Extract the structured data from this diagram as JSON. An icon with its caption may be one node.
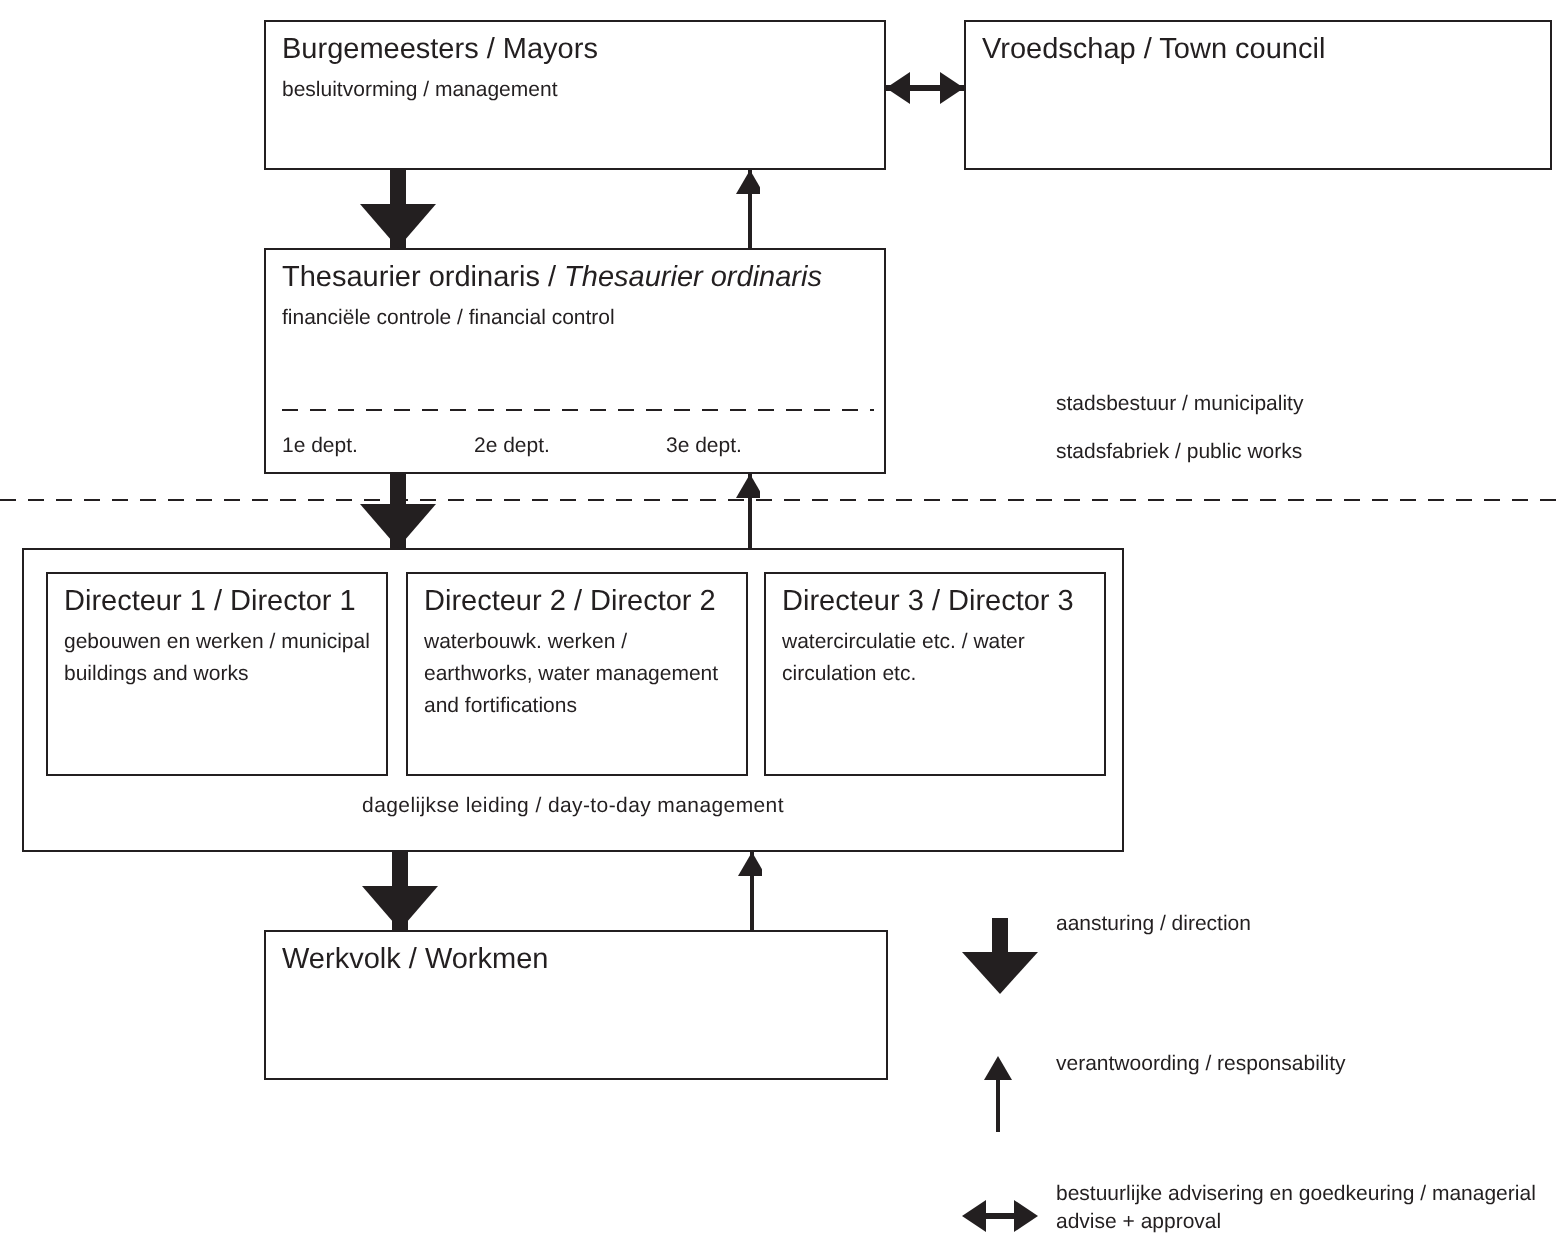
{
  "diagram": {
    "nodes": [
      {
        "text": [
          "Burgemeesters / Mayors",
          "besluitvorming / management"
        ]
      },
      {
        "text": [
          "Vroedschap / Town council"
        ]
      },
      {
        "text": [
          "Thesaurier ordinaris / *Thesaurier ordinaris*",
          "financiële controle / financial control",
          "1e dept.",
          "2e dept.",
          "3e dept."
        ]
      },
      {
        "text": [
          "dagelijkse leiding / day-to-day management"
        ]
      },
      {
        "text": [
          "Directeur 1 / Director 1",
          "gebouwen en werken / municipal buildings and works"
        ],
        "in": 3
      },
      {
        "text": [
          "Directeur 2 / Director 2",
          "waterbouwk. werken / earthworks, water management and fortifications"
        ],
        "in": 3
      },
      {
        "text": [
          "Directeur 3 / Director 3",
          "watercirculatie etc. / water circulation etc."
        ],
        "in": 3
      },
      {
        "text": [
          "Werkvolk / Workmen"
        ]
      }
    ],
    "edges": [
      {
        "from": 0,
        "to": 1,
        "arrow": "both"
      },
      {
        "from": 0,
        "to": 2,
        "arrow": "to",
        "style": "thick"
      },
      {
        "from": 2,
        "to": 0,
        "arrow": "to"
      },
      {
        "from": 2,
        "to": 3,
        "arrow": "to",
        "style": "thick"
      },
      {
        "from": 3,
        "to": 2,
        "arrow": "to"
      },
      {
        "from": 3,
        "to": 7,
        "arrow": "to",
        "style": "thick"
      },
      {
        "from": 7,
        "to": 3,
        "arrow": "to"
      }
    ],
    "labels": [
      "stadsbestuur / municipality",
      "stadsfabriek / public works"
    ],
    "legend": [
      {
        "text": "aansturing / direction"
      },
      {
        "text": "verantwoording / responsability"
      },
      {
        "text": "bestuurlijke advisering en goedkeuring / managerial advise + approval"
      }
    ]
  }
}
